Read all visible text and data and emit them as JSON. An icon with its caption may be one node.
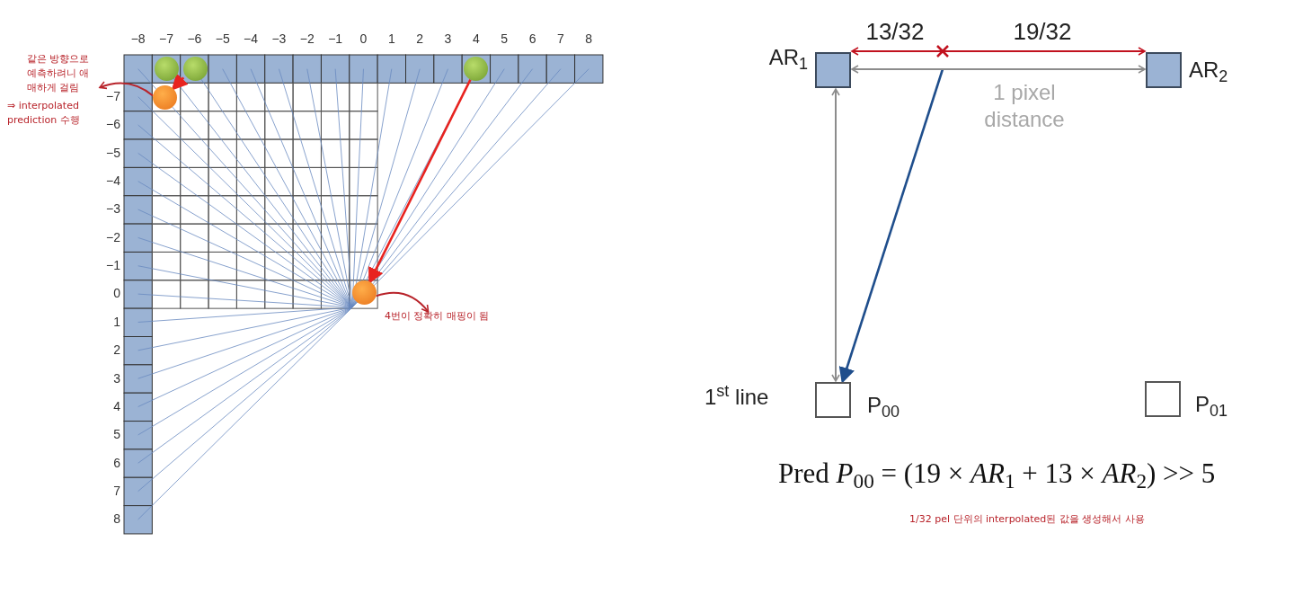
{
  "diagram": {
    "nodes": [
      {
        "text": [],
        "shape": "circle"
      },
      {
        "text": [],
        "shape": "circle"
      },
      {
        "text": [],
        "shape": "circle"
      },
      {
        "text": [],
        "shape": "circle"
      },
      {
        "text": [],
        "shape": "circle"
      },
      {
        "text": [
          "같은 방향으로 예측하려니 애매하게 걸림"
        ]
      },
      {
        "text": [
          "4번이 정확히 매핑이 됨"
        ]
      },
      {
        "text": [
          "AR$_{1}$"
        ]
      },
      {
        "text": [
          "AR$_{2}$"
        ]
      },
      {
        "text": [
          "P$_{00}$"
        ]
      },
      {
        "text": [
          "P$_{01}$"
        ]
      }
    ],
    "edges": [
      {
        "from": 1,
        "to": 3,
        "arrow": "to",
        "color": "#e8231f"
      },
      {
        "from": 2,
        "to": 4,
        "arrow": "to",
        "color": "#e8231f"
      },
      {
        "from": 3,
        "to": 5,
        "arrow": "to",
        "color": "#b8232a"
      },
      {
        "from": 4,
        "to": 6,
        "arrow": "to",
        "color": "#b8232a"
      },
      {
        "from": null,
        "to": 9,
        "arrow": "to",
        "color": "#1f4e8c"
      },
      {
        "from": 7,
        "to": 9,
        "arrow": "both",
        "color": "#8c8c8c"
      },
      {
        "from": 7,
        "to": 8,
        "arrow": "both",
        "color": "#c1121f"
      },
      {
        "from": 7,
        "to": 8,
        "label": "1 pixel distance",
        "arrow": "both",
        "color": "#8c8c8c"
      }
    ],
    "labels": [
      "−8",
      "−7",
      "−6",
      "−5",
      "−4",
      "−3",
      "−2",
      "−1",
      "0",
      "1",
      "2",
      "3",
      "4",
      "5",
      "6",
      "7",
      "8",
      "−7",
      "−6",
      "−5",
      "−4",
      "−3",
      "−2",
      "−1",
      "0",
      "1",
      "2",
      "3",
      "4",
      "5",
      "6",
      "7",
      "8",
      "⇒ interpolated prediction 수행",
      "13/32",
      "19/32",
      "1$^{st}$ line",
      "Pred *P*$_{00}$ = (19 × *AR*$_{1}$ + 13 × *AR*$_{2}$) >> 5",
      "1/32 pel 단위의 interpolated된 값을 생성해서 사용"
    ]
  }
}
